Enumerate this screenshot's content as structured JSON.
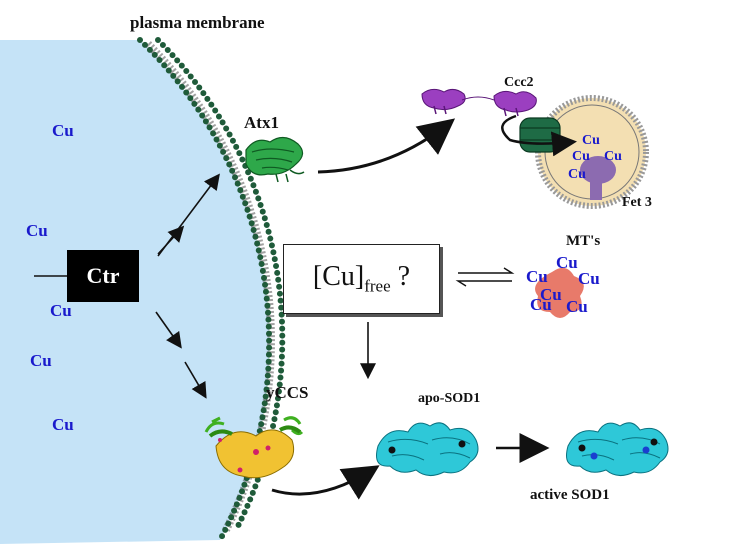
{
  "title": "plasma membrane",
  "transporter": "Ctr",
  "extracellular_cu": [
    "Cu",
    "Cu",
    "Cu",
    "Cu",
    "Cu"
  ],
  "free_pool": {
    "main": "[Cu]",
    "subscript": "free",
    "suffix": "?"
  },
  "chaperones": {
    "atx1": "Atx1",
    "ccc2": "Ccc2",
    "fet3": "Fet 3",
    "yccs": "yCCS"
  },
  "vesicle_cu": [
    "Cu",
    "Cu",
    "Cu",
    "Cu"
  ],
  "mts": {
    "label": "MT's",
    "cu": [
      "Cu",
      "Cu",
      "Cu",
      "Cu",
      "Cu",
      "Cu"
    ]
  },
  "sod": {
    "apo": "apo-SOD1",
    "active": "active SOD1"
  },
  "colors": {
    "outside": "#c5e3f7",
    "membrane_bead": "#1f5b3a",
    "cu_text": "#1a1acc",
    "mt_shape": "#e87a6a",
    "vesicle": "#f3dfb2",
    "atpase": "#1e6b45",
    "fet3": "#8c6bb0"
  }
}
